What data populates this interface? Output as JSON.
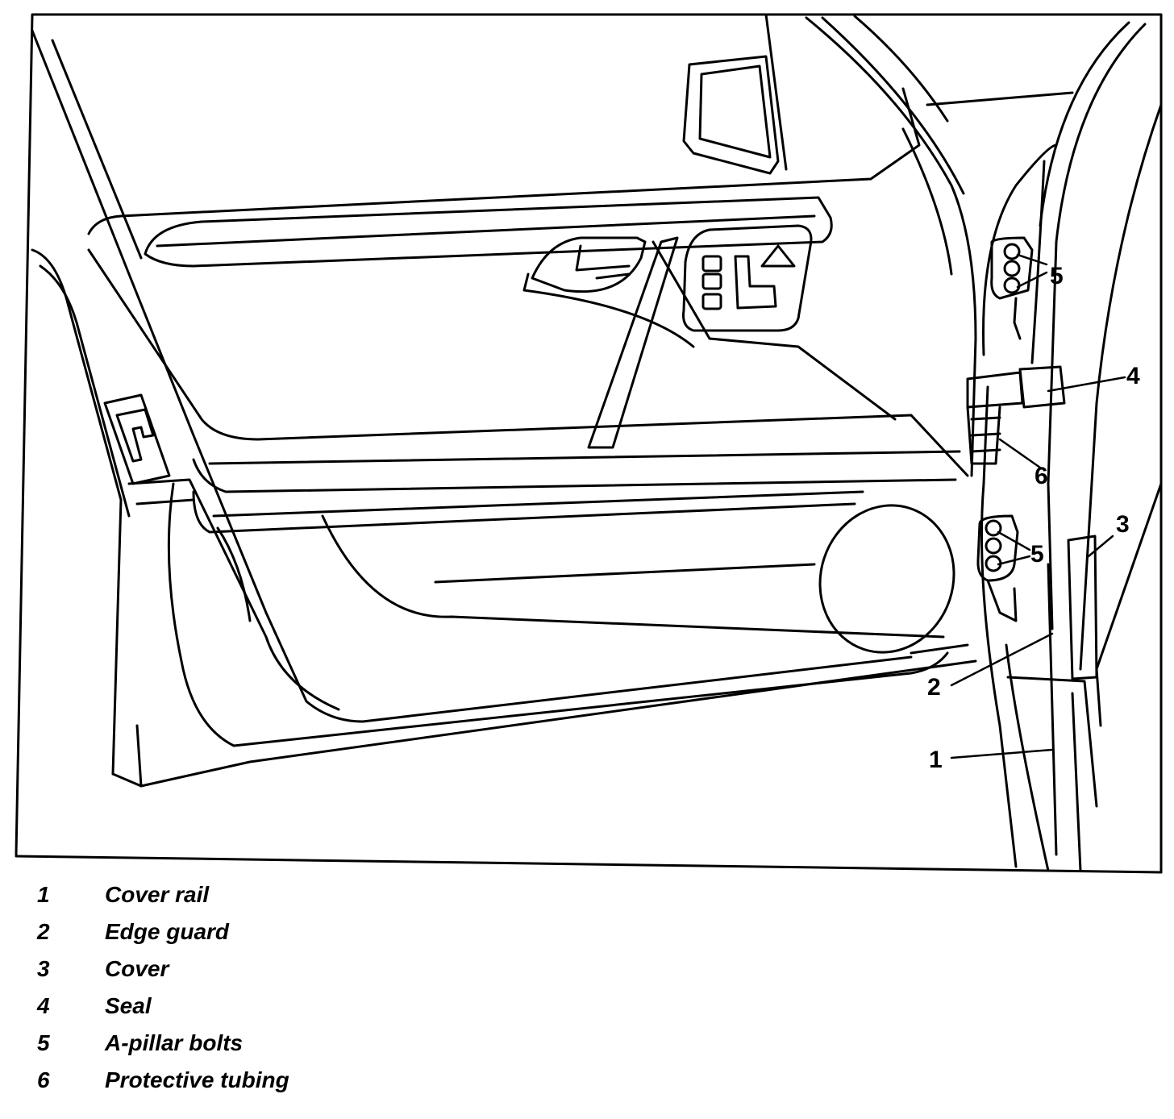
{
  "callouts": [
    {
      "number": "1"
    },
    {
      "number": "2"
    },
    {
      "number": "3"
    },
    {
      "number": "4"
    },
    {
      "number": "5"
    },
    {
      "number": "5"
    },
    {
      "number": "6"
    }
  ],
  "legend": [
    {
      "number": "1",
      "text": "Cover rail"
    },
    {
      "number": "2",
      "text": "Edge guard"
    },
    {
      "number": "3",
      "text": "Cover"
    },
    {
      "number": "4",
      "text": "Seal"
    },
    {
      "number": "5",
      "text": "A-pillar bolts"
    },
    {
      "number": "6",
      "text": "Protective tubing"
    }
  ]
}
